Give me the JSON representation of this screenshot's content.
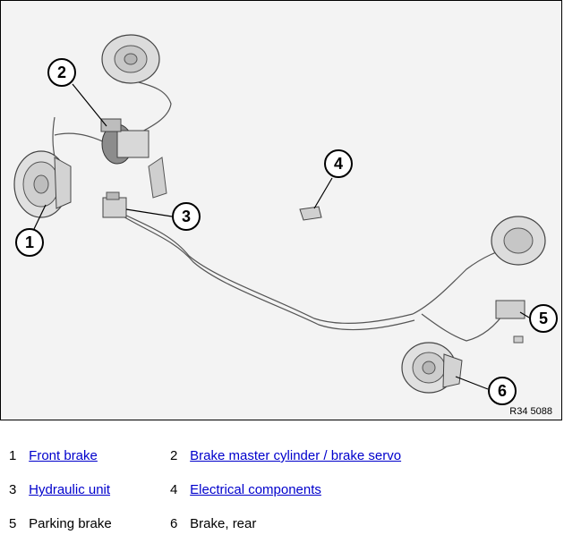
{
  "figure": {
    "reference": "R34 5088",
    "callouts": [
      "1",
      "2",
      "3",
      "4",
      "5",
      "6"
    ]
  },
  "legend": [
    {
      "number": "1",
      "label": "Front brake",
      "link": true
    },
    {
      "number": "2",
      "label": "Brake master cylinder / brake servo",
      "link": true
    },
    {
      "number": "3",
      "label": "Hydraulic unit",
      "link": true
    },
    {
      "number": "4",
      "label": "Electrical components",
      "link": true
    },
    {
      "number": "5",
      "label": "Parking brake",
      "link": false
    },
    {
      "number": "6",
      "label": "Brake, rear",
      "link": false
    }
  ],
  "colors": {
    "link": "#0000cc",
    "text": "#000000",
    "background": "#f3f3f3"
  }
}
